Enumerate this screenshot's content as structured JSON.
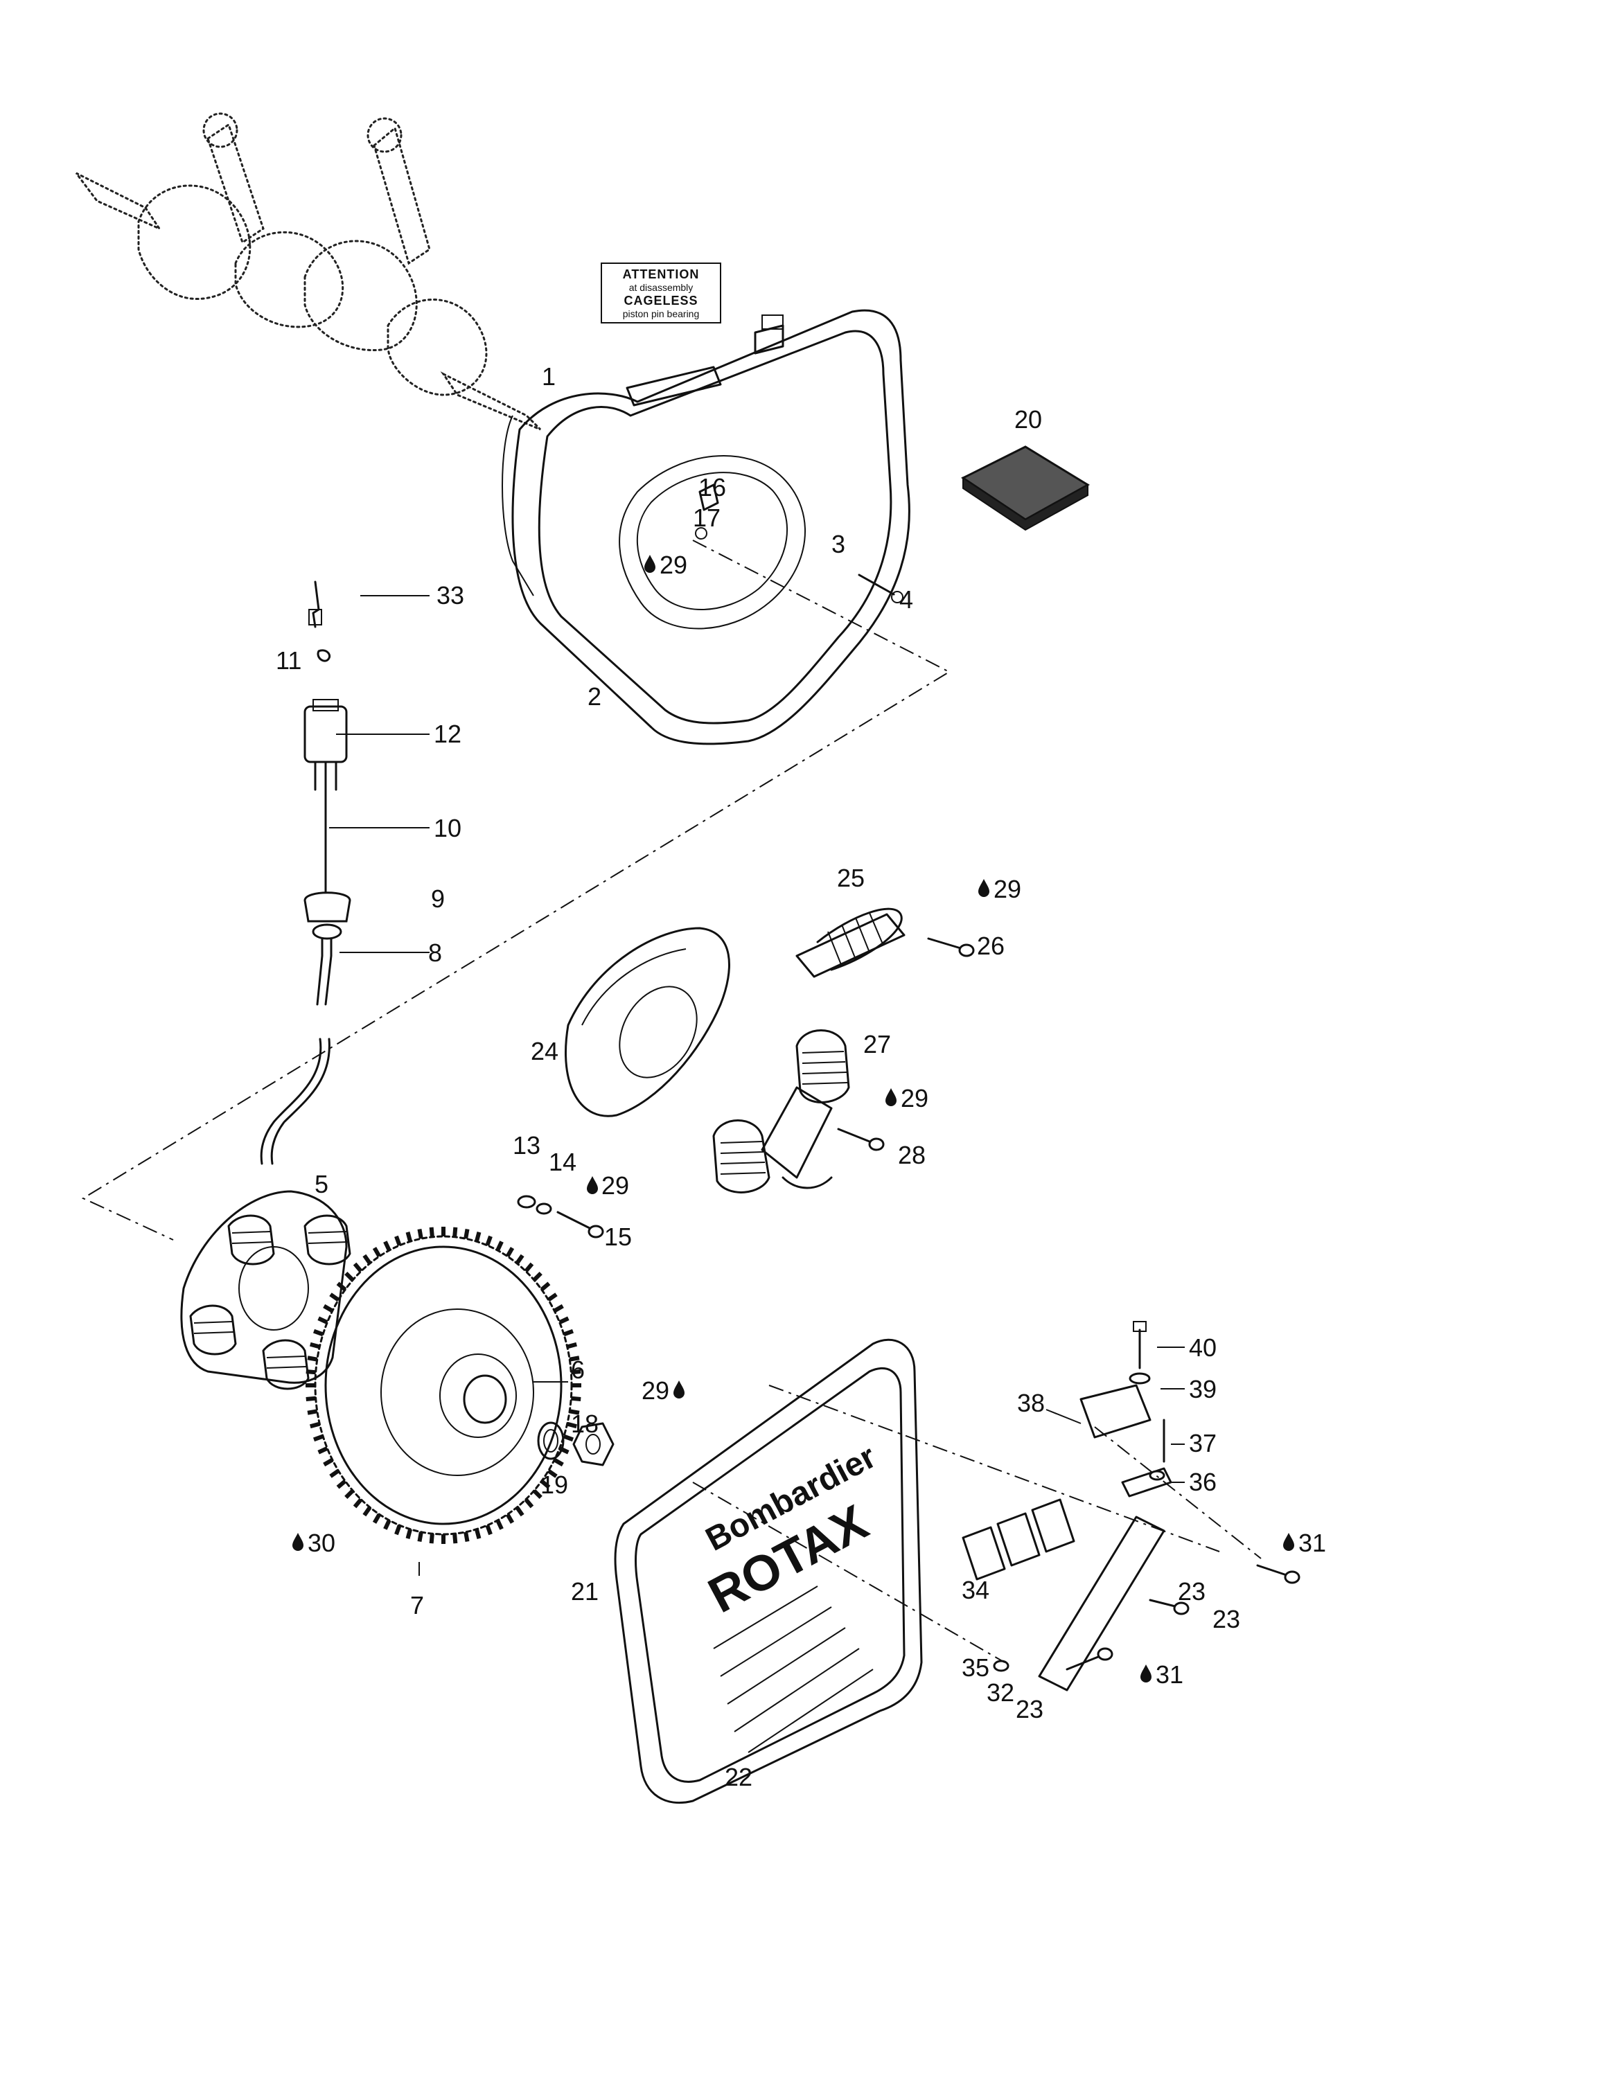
{
  "diagram": {
    "attention_label": {
      "line1": "ATTENTION",
      "line2": "at disassembly",
      "line3": "CAGELESS",
      "line4": "piston pin bearing"
    },
    "cover_branding": {
      "brand": "Bombardier",
      "logo": "ROTAX"
    },
    "callouts": [
      {
        "id": "1",
        "text": "1"
      },
      {
        "id": "2",
        "text": "2"
      },
      {
        "id": "3",
        "text": "3"
      },
      {
        "id": "4",
        "text": "4"
      },
      {
        "id": "5",
        "text": "5"
      },
      {
        "id": "6",
        "text": "6"
      },
      {
        "id": "7",
        "text": "7"
      },
      {
        "id": "8",
        "text": "8"
      },
      {
        "id": "9",
        "text": "9"
      },
      {
        "id": "10",
        "text": "10"
      },
      {
        "id": "11",
        "text": "11"
      },
      {
        "id": "12",
        "text": "12"
      },
      {
        "id": "13",
        "text": "13"
      },
      {
        "id": "14",
        "text": "14"
      },
      {
        "id": "15",
        "text": "15"
      },
      {
        "id": "16",
        "text": "16"
      },
      {
        "id": "17",
        "text": "17"
      },
      {
        "id": "18",
        "text": "18"
      },
      {
        "id": "19",
        "text": "19"
      },
      {
        "id": "20",
        "text": "20"
      },
      {
        "id": "21",
        "text": "21"
      },
      {
        "id": "22",
        "text": "22"
      },
      {
        "id": "23a",
        "text": "23"
      },
      {
        "id": "23b",
        "text": "23"
      },
      {
        "id": "23c",
        "text": "23"
      },
      {
        "id": "24",
        "text": "24"
      },
      {
        "id": "25",
        "text": "25"
      },
      {
        "id": "26",
        "text": "26"
      },
      {
        "id": "27",
        "text": "27"
      },
      {
        "id": "28",
        "text": "28"
      },
      {
        "id": "29a",
        "text": "29"
      },
      {
        "id": "29b",
        "text": "29"
      },
      {
        "id": "29c",
        "text": "29"
      },
      {
        "id": "29d",
        "text": "29"
      },
      {
        "id": "29e",
        "text": "29"
      },
      {
        "id": "30",
        "text": "30"
      },
      {
        "id": "31a",
        "text": "31"
      },
      {
        "id": "31b",
        "text": "31"
      },
      {
        "id": "32",
        "text": "32"
      },
      {
        "id": "33",
        "text": "33"
      },
      {
        "id": "34",
        "text": "34"
      },
      {
        "id": "35",
        "text": "35"
      },
      {
        "id": "36",
        "text": "36"
      },
      {
        "id": "37",
        "text": "37"
      },
      {
        "id": "38",
        "text": "38"
      },
      {
        "id": "39",
        "text": "39"
      },
      {
        "id": "40",
        "text": "40"
      }
    ]
  }
}
